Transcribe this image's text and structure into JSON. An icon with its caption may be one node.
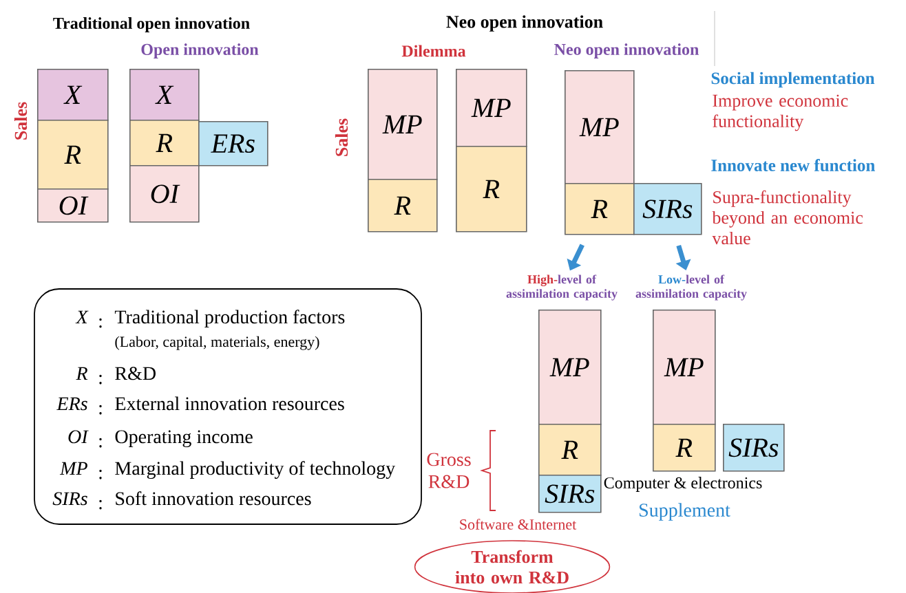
{
  "diagram": {
    "nodes": [
      {
        "text": [
          "X"
        ]
      },
      {
        "text": [
          "R"
        ]
      },
      {
        "text": [
          "OI"
        ]
      },
      {
        "text": [
          "X"
        ]
      },
      {
        "text": [
          "R"
        ]
      },
      {
        "text": [
          "ERs"
        ]
      },
      {
        "text": [
          "OI"
        ]
      },
      {
        "text": [
          "MP"
        ]
      },
      {
        "text": [
          "R"
        ]
      },
      {
        "text": [
          "MP"
        ]
      },
      {
        "text": [
          "R"
        ]
      },
      {
        "text": [
          "MP"
        ]
      },
      {
        "text": [
          "R"
        ]
      },
      {
        "text": [
          "SIRs"
        ]
      },
      {
        "text": [
          "High-",
          "level of assimilation capacity"
        ]
      },
      {
        "text": [
          "Low-",
          "level of assimilation capacity"
        ]
      },
      {
        "text": [
          "MP"
        ]
      },
      {
        "text": [
          "R"
        ]
      },
      {
        "text": [
          "SIRs"
        ]
      },
      {
        "text": [
          "MP"
        ]
      },
      {
        "text": [
          "R"
        ]
      },
      {
        "text": [
          "SIRs"
        ]
      },
      {
        "text": [
          "Transform into own R&D"
        ]
      },
      {
        "text": [
          "X",
          ":",
          "Traditional production factors",
          "(Labor, capital, materials, energy)",
          "R",
          ":",
          "R&D",
          "ERs",
          ":",
          "External innovation resources",
          "OI",
          ":",
          "Operating income",
          "MP",
          ":",
          "Marginal productivity of technology",
          "SIRs",
          ":",
          "Soft innovation resources"
        ]
      }
    ],
    "edges": [
      {
        "from": 12,
        "to": 14,
        "arrow": "to",
        "color": "#3a8fd0"
      },
      {
        "from": 13,
        "to": 15,
        "arrow": "to",
        "color": "#3a8fd0"
      }
    ],
    "labels": [
      "Traditional open innovation",
      "Open innovation",
      "Sales",
      "Neo open innovation",
      "Dilemma",
      "Neo open innovation",
      "Sales",
      "Social implementation",
      "Improve economic functionality",
      "Innovate new function",
      "Supra-functionality beyond an economic value",
      "Gross R&D",
      "Software &Internet",
      "Computer & electronics",
      "Supplement"
    ]
  }
}
